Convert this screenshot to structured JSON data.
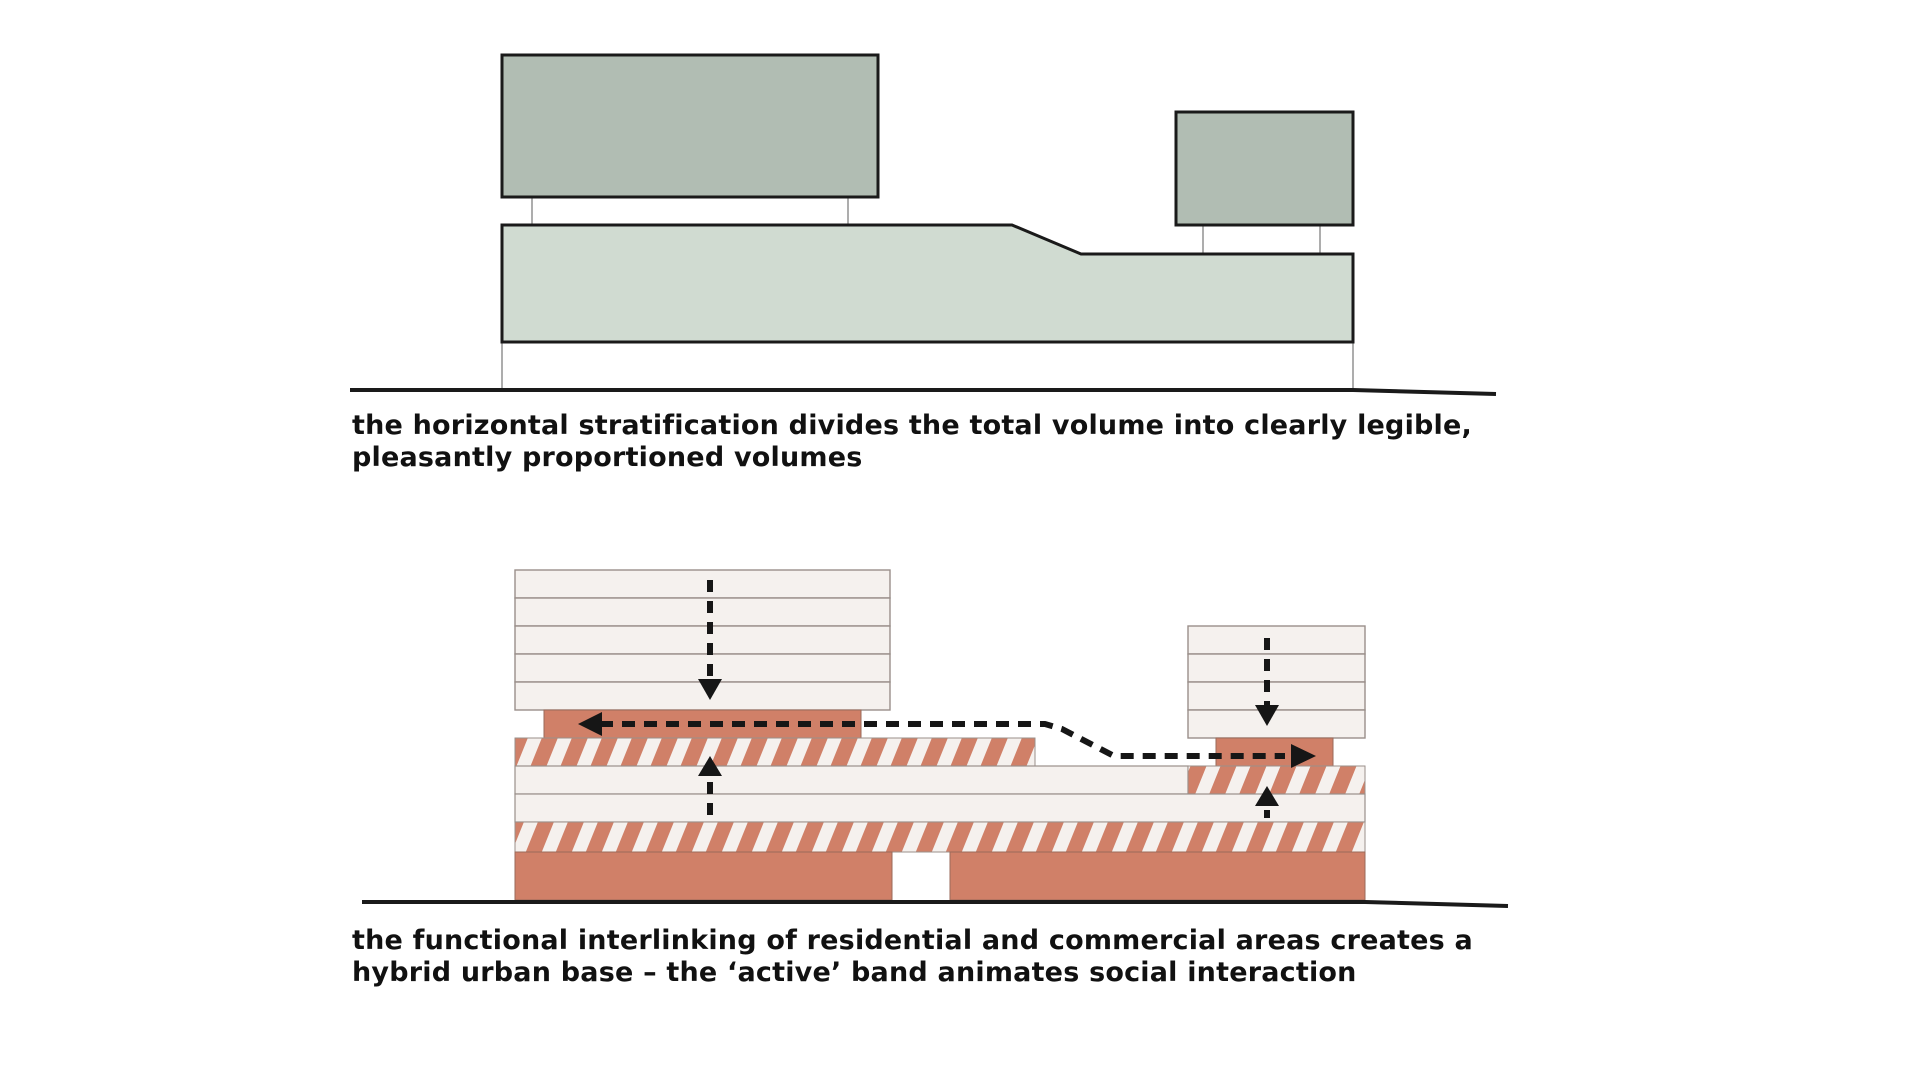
{
  "captions": {
    "top": {
      "line1": "the horizontal stratification divides the total volume into clearly legible,",
      "line2": "pleasantly proportioned volumes"
    },
    "bottom": {
      "line1": "the functional interlinking of residential and commercial areas creates a",
      "line2": "hybrid urban base – the ‘active’ band animates social interaction"
    }
  },
  "colors": {
    "upper_volume": "#b1bdb3",
    "base_volume": "#d0dbd1",
    "residential": "#f5f1ee",
    "commercial": "#d08068",
    "outline": "#1a1a1a",
    "arrow": "#161616"
  },
  "icons": {
    "vertical_arrow": "arrow-down-dashed-icon",
    "horizontal_arrow": "arrow-horizontal-dashed-icon"
  }
}
